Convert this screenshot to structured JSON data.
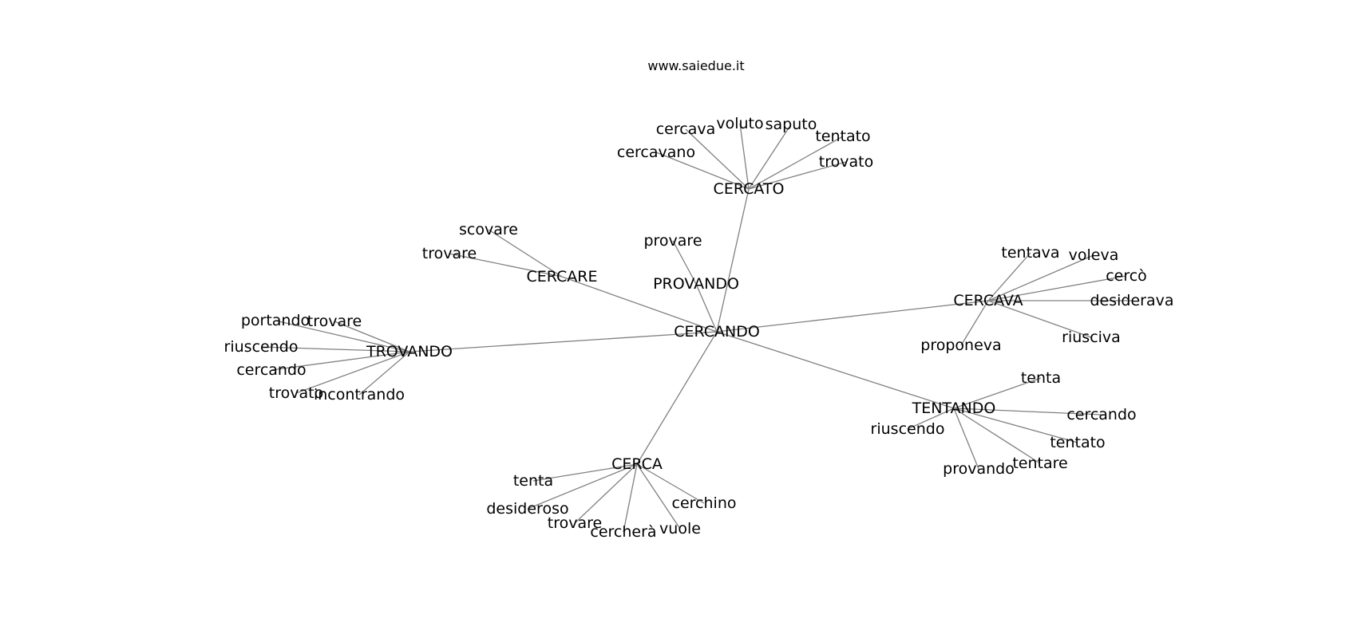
{
  "watermark": "www.saiedue.it",
  "edge_color": "#808080",
  "label_color": "#000000",
  "graph": {
    "nodes": [
      {
        "id": "CERCANDO",
        "label": "CERCANDO"
      },
      {
        "id": "CERCATO",
        "label": "CERCATO"
      },
      {
        "id": "CERCARE",
        "label": "CERCARE"
      },
      {
        "id": "PROVANDO",
        "label": "PROVANDO"
      },
      {
        "id": "CERCAVA",
        "label": "CERCAVA"
      },
      {
        "id": "TROVANDO",
        "label": "TROVANDO"
      },
      {
        "id": "TENTANDO",
        "label": "TENTANDO"
      },
      {
        "id": "CERCA",
        "label": "CERCA"
      },
      {
        "id": "cercato_cercava",
        "label": "cercava"
      },
      {
        "id": "cercato_voluto",
        "label": "voluto"
      },
      {
        "id": "cercato_saputo",
        "label": "saputo"
      },
      {
        "id": "cercato_tentato",
        "label": "tentato"
      },
      {
        "id": "cercato_cercavano",
        "label": "cercavano"
      },
      {
        "id": "cercato_trovato",
        "label": "trovato"
      },
      {
        "id": "cercare_scovare",
        "label": "scovare"
      },
      {
        "id": "cercare_trovare",
        "label": "trovare"
      },
      {
        "id": "provando_provare",
        "label": "provare"
      },
      {
        "id": "cercava_tentava",
        "label": "tentava"
      },
      {
        "id": "cercava_voleva",
        "label": "voleva"
      },
      {
        "id": "cercava_cerco",
        "label": "cercò"
      },
      {
        "id": "cercava_desiderava",
        "label": "desiderava"
      },
      {
        "id": "cercava_proponeva",
        "label": "proponeva"
      },
      {
        "id": "cercava_riusciva",
        "label": "riusciva"
      },
      {
        "id": "trovando_portando",
        "label": "portando"
      },
      {
        "id": "trovando_trovare",
        "label": "trovare"
      },
      {
        "id": "trovando_riuscendo",
        "label": "riuscendo"
      },
      {
        "id": "trovando_cercando",
        "label": "cercando"
      },
      {
        "id": "trovando_trovato",
        "label": "trovato"
      },
      {
        "id": "trovando_incontrando",
        "label": "incontrando"
      },
      {
        "id": "tentando_tenta",
        "label": "tenta"
      },
      {
        "id": "tentando_cercando",
        "label": "cercando"
      },
      {
        "id": "tentando_riuscendo",
        "label": "riuscendo"
      },
      {
        "id": "tentando_tentato",
        "label": "tentato"
      },
      {
        "id": "tentando_tentare",
        "label": "tentare"
      },
      {
        "id": "tentando_provando",
        "label": "provando"
      },
      {
        "id": "cerca_tenta",
        "label": "tenta"
      },
      {
        "id": "cerca_desideroso",
        "label": "desideroso"
      },
      {
        "id": "cerca_cerchino",
        "label": "cerchino"
      },
      {
        "id": "cerca_trovare",
        "label": "trovare"
      },
      {
        "id": "cerca_cerchera",
        "label": "cercherà"
      },
      {
        "id": "cerca_vuole",
        "label": "vuole"
      }
    ],
    "edges": [
      [
        "CERCANDO",
        "CERCATO"
      ],
      [
        "CERCANDO",
        "CERCARE"
      ],
      [
        "CERCANDO",
        "PROVANDO"
      ],
      [
        "CERCANDO",
        "CERCAVA"
      ],
      [
        "CERCANDO",
        "TROVANDO"
      ],
      [
        "CERCANDO",
        "TENTANDO"
      ],
      [
        "CERCANDO",
        "CERCA"
      ],
      [
        "CERCATO",
        "cercato_cercava"
      ],
      [
        "CERCATO",
        "cercato_voluto"
      ],
      [
        "CERCATO",
        "cercato_saputo"
      ],
      [
        "CERCATO",
        "cercato_tentato"
      ],
      [
        "CERCATO",
        "cercato_cercavano"
      ],
      [
        "CERCATO",
        "cercato_trovato"
      ],
      [
        "CERCARE",
        "cercare_scovare"
      ],
      [
        "CERCARE",
        "cercare_trovare"
      ],
      [
        "PROVANDO",
        "provando_provare"
      ],
      [
        "CERCAVA",
        "cercava_tentava"
      ],
      [
        "CERCAVA",
        "cercava_voleva"
      ],
      [
        "CERCAVA",
        "cercava_cerco"
      ],
      [
        "CERCAVA",
        "cercava_desiderava"
      ],
      [
        "CERCAVA",
        "cercava_proponeva"
      ],
      [
        "CERCAVA",
        "cercava_riusciva"
      ],
      [
        "TROVANDO",
        "trovando_portando"
      ],
      [
        "TROVANDO",
        "trovando_trovare"
      ],
      [
        "TROVANDO",
        "trovando_riuscendo"
      ],
      [
        "TROVANDO",
        "trovando_cercando"
      ],
      [
        "TROVANDO",
        "trovando_trovato"
      ],
      [
        "TROVANDO",
        "trovando_incontrando"
      ],
      [
        "TENTANDO",
        "tentando_tenta"
      ],
      [
        "TENTANDO",
        "tentando_cercando"
      ],
      [
        "TENTANDO",
        "tentando_riuscendo"
      ],
      [
        "TENTANDO",
        "tentando_tentato"
      ],
      [
        "TENTANDO",
        "tentando_tentare"
      ],
      [
        "TENTANDO",
        "tentando_provando"
      ],
      [
        "CERCA",
        "cerca_tenta"
      ],
      [
        "CERCA",
        "cerca_desideroso"
      ],
      [
        "CERCA",
        "cerca_cerchino"
      ],
      [
        "CERCA",
        "cerca_trovare"
      ],
      [
        "CERCA",
        "cerca_cerchera"
      ],
      [
        "CERCA",
        "cerca_vuole"
      ]
    ]
  }
}
